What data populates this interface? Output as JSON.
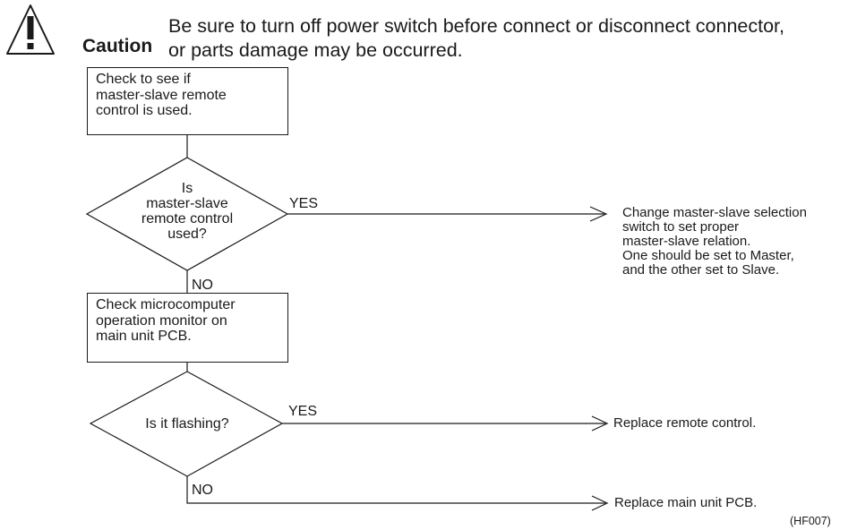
{
  "caution": {
    "label": "Caution",
    "line1": "Be sure to turn off power switch before connect or disconnect connector,",
    "line2": "or parts damage may be occurred.",
    "icon": "warning-triangle-icon"
  },
  "flow": {
    "step1": [
      "Check to see if",
      "master-slave remote",
      "control is used."
    ],
    "decision1": [
      "Is",
      "master-slave",
      "remote control",
      "used?"
    ],
    "decision1_yes": "YES",
    "decision1_no": "NO",
    "result1": [
      "Change master-slave selection",
      "switch to set proper",
      "master-slave relation.",
      "One should be set to Master,",
      "and the other set to Slave."
    ],
    "step2": [
      "Check microcomputer",
      "operation monitor on",
      "main unit PCB."
    ],
    "decision2": "Is it flashing?",
    "decision2_yes": "YES",
    "decision2_no": "NO",
    "result2": "Replace remote control.",
    "result3": "Replace main unit PCB.",
    "code": "(HF007)"
  }
}
